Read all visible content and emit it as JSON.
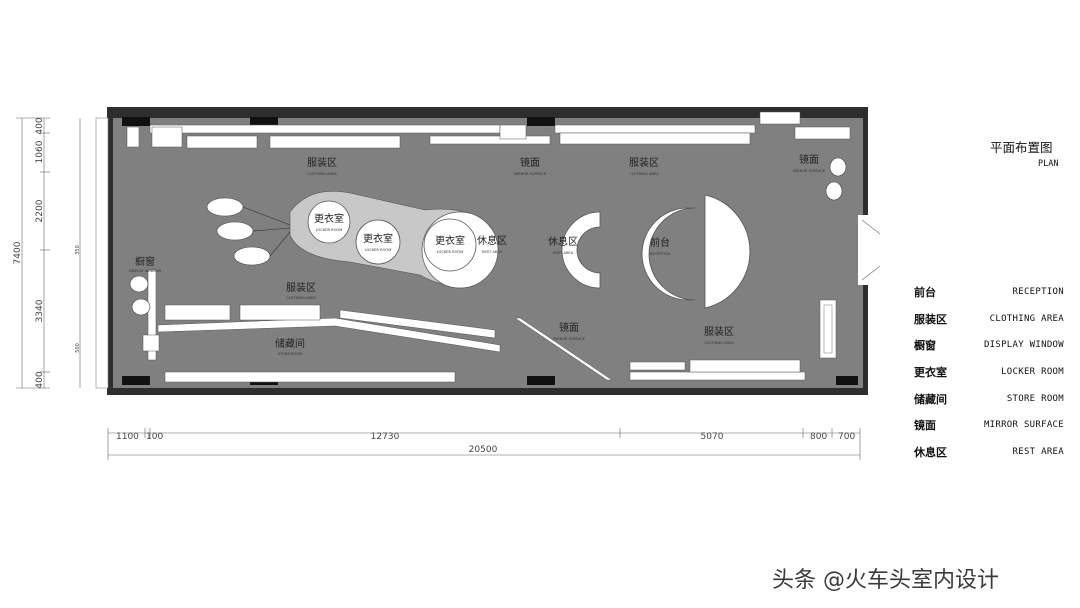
{
  "title": {
    "cn": "平面布置图",
    "en": "PLAN"
  },
  "legend": [
    {
      "cn": "前台",
      "en": "RECEPTION"
    },
    {
      "cn": "服装区",
      "en": "CLOTHING AREA"
    },
    {
      "cn": "橱窗",
      "en": "DISPLAY WINDOW"
    },
    {
      "cn": "更衣室",
      "en": "LOCKER ROOM"
    },
    {
      "cn": "储藏间",
      "en": "STORE ROOM"
    },
    {
      "cn": "镜面",
      "en": "MIRROR SURFACE"
    },
    {
      "cn": "休息区",
      "en": "REST AREA"
    }
  ],
  "labels": {
    "clothing_top_left": {
      "cn": "服装区",
      "en": "CLOTHING AREA"
    },
    "mirror_top": {
      "cn": "镜面",
      "en": "MIRROR SURFACE"
    },
    "clothing_top_right": {
      "cn": "服装区",
      "en": "CLOTHING AREA"
    },
    "mirror_right": {
      "cn": "镜面",
      "en": "MIRROR SURFACE"
    },
    "locker_1": {
      "cn": "更衣室",
      "en": "LOCKER ROOM"
    },
    "locker_2": {
      "cn": "更衣室",
      "en": "LOCKER ROOM"
    },
    "locker_3": {
      "cn": "更衣室",
      "en": "LOCKER ROOM"
    },
    "rest_1": {
      "cn": "休息区",
      "en": "REST AREA"
    },
    "rest_2": {
      "cn": "休息区",
      "en": "REST AREA"
    },
    "reception": {
      "cn": "前台",
      "en": "RECEPTION"
    },
    "display_window": {
      "cn": "橱窗",
      "en": "DISPLAY WINDOW"
    },
    "clothing_mid_left": {
      "cn": "服装区",
      "en": "CLOTHING AREA"
    },
    "store_room": {
      "cn": "储藏间",
      "en": "STORE ROOM"
    },
    "mirror_mid": {
      "cn": "镜面",
      "en": "MIRROR SURFACE"
    },
    "clothing_bottom_right": {
      "cn": "服装区",
      "en": "CLOTHING AREA"
    }
  },
  "dimensions": {
    "bottom": [
      "1100",
      "100",
      "12730",
      "5070",
      "800",
      "700"
    ],
    "total": "20500",
    "left": [
      "400",
      "1060",
      "2200",
      "3340",
      "400"
    ],
    "left_total": "7400",
    "left_small": [
      "350",
      "500"
    ]
  },
  "watermark": "头条 @火车头室内设计",
  "colors": {
    "floor": "#808080",
    "wall": "#2e2e2e",
    "furniture": "#ffffff"
  }
}
